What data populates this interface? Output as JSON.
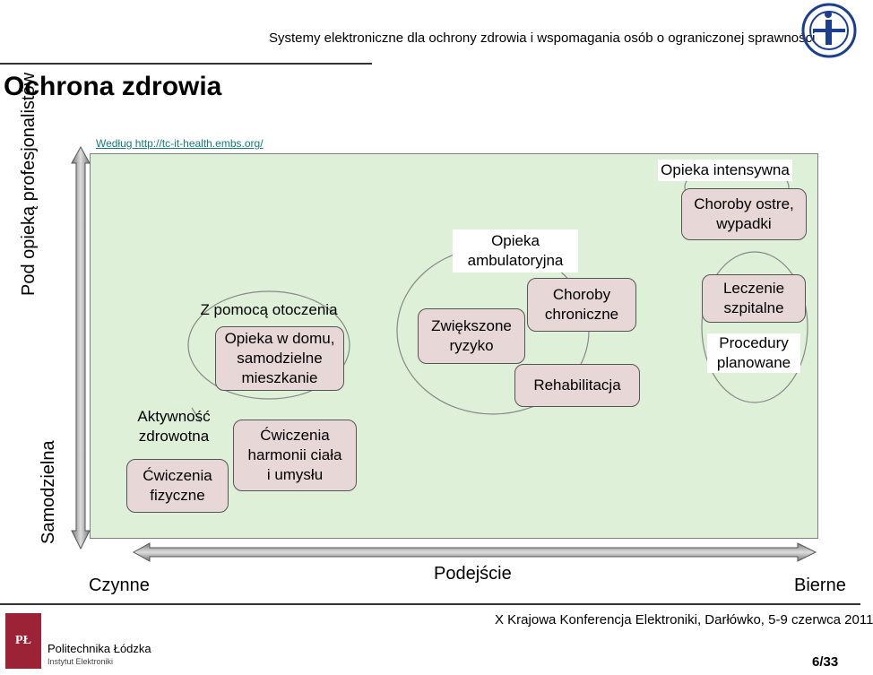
{
  "header": {
    "text": "Systemy elektroniczne dla ochrony zdrowia i wspomagania osób o ograniczonej sprawności",
    "logo_icon": "ie-logo-icon"
  },
  "title": "Ochrona zdrowia",
  "source": "Według http://tc-it-health.embs.org/",
  "diagram": {
    "y_axis_top": "Pod opieką profesjonalistów",
    "y_axis_bottom": "Samodzielna",
    "x_axis_left": "Czynne",
    "x_axis_center": "Podejście",
    "x_axis_right": "Bierne",
    "groups": {
      "active": {
        "label1": "Aktywność",
        "label2": "zdrowotna",
        "item1": "Ćwiczenia",
        "item2": "fizyczne"
      },
      "harmony": {
        "line1": "Ćwiczenia",
        "line2": "harmonii ciała",
        "line3": "i umysłu"
      },
      "home": {
        "title": "Z pomocą otoczenia",
        "line1": "Opieka w domu,",
        "line2": "samodzielne",
        "line3": "mieszkanie"
      },
      "ambulatory": {
        "title1": "Opieka",
        "title2": "ambulatoryjna",
        "risk1": "Zwiększone",
        "risk2": "ryzyko",
        "chronic1": "Choroby",
        "chronic2": "chroniczne",
        "rehab": "Rehabilitacja"
      },
      "intensive": {
        "title": "Opieka intensywna",
        "acute1": "Choroby ostre,",
        "acute2": "wypadki",
        "hosp1": "Leczenie",
        "hosp2": "szpitalne",
        "planned1": "Procedury",
        "planned2": "planowane"
      }
    }
  },
  "footer": {
    "conference": "X Krajowa Konferencja Elektroniki, Darłówko, 5-9 czerwca 2011",
    "university": "Politechnika Łódzka",
    "institute": "Instytut Elektroniki",
    "logo_text": "PŁ",
    "page": "6/33"
  },
  "colors": {
    "panel": "#dff0d9",
    "box": "#e8d7d7",
    "link": "#1a7a7a",
    "logo": "#9b2335"
  }
}
